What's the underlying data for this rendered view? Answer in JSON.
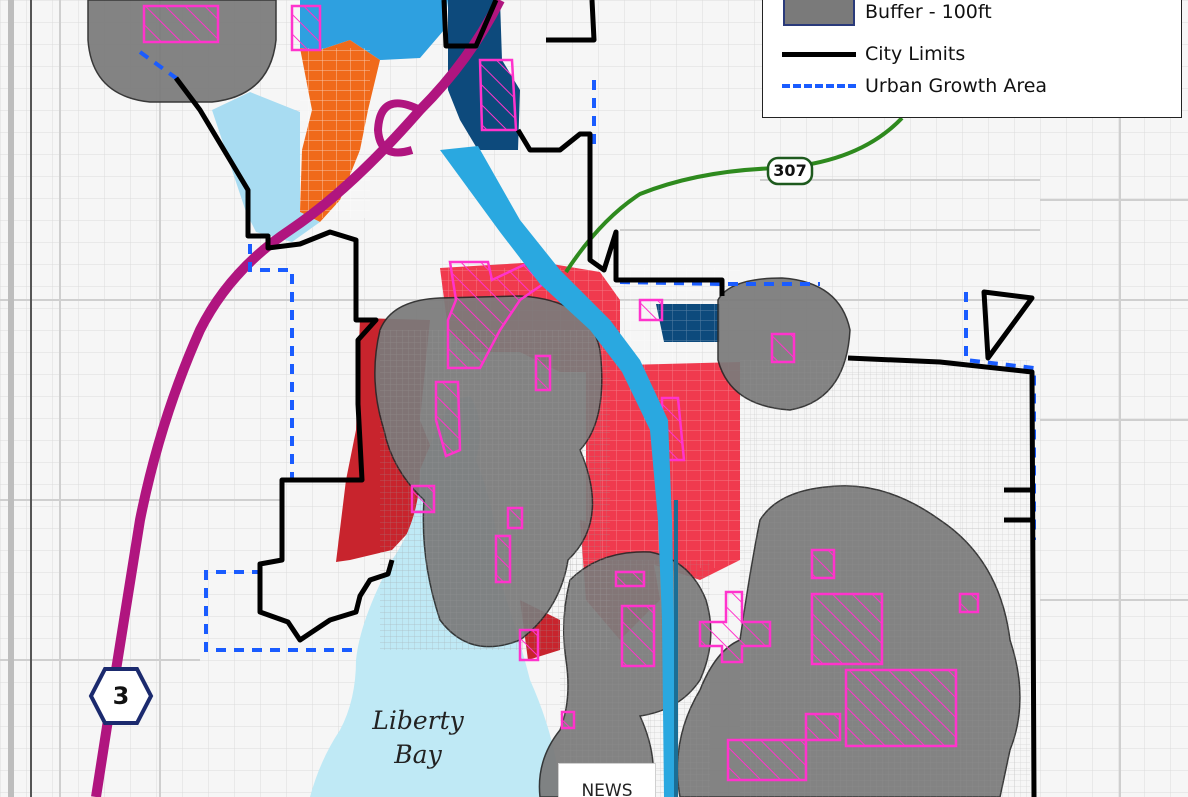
{
  "map": {
    "colors": {
      "water": "#bfe9f5",
      "buffer": "#7b7b7b",
      "city_limits": "#000000",
      "urban_growth": "#1a5cff",
      "highway_magenta": "#b0157f",
      "highway_green": "#2e8a1e",
      "stream": "#2aa8e0",
      "red_zone": "#f03a4e",
      "dark_red_zone": "#c8242d",
      "orange_zone": "#f06a1a",
      "blue_zone": "#2ea0e0",
      "light_blue_zone": "#a8dcf2",
      "navy_zone": "#0d4a7c",
      "hatch_magenta": "#ff33cc"
    },
    "legend": {
      "items": [
        {
          "label": "Buffer - 100ft",
          "symbol": "buffer"
        },
        {
          "label": "City Limits",
          "symbol": "city-limits"
        },
        {
          "label": "Urban Growth Area",
          "symbol": "urban-growth-area"
        }
      ]
    },
    "labels": {
      "water_body_line1": "Liberty",
      "water_body_line2": "Bay",
      "route_307": "307",
      "route_3": "3"
    }
  },
  "footer": {
    "news_tab": "NEWS"
  }
}
